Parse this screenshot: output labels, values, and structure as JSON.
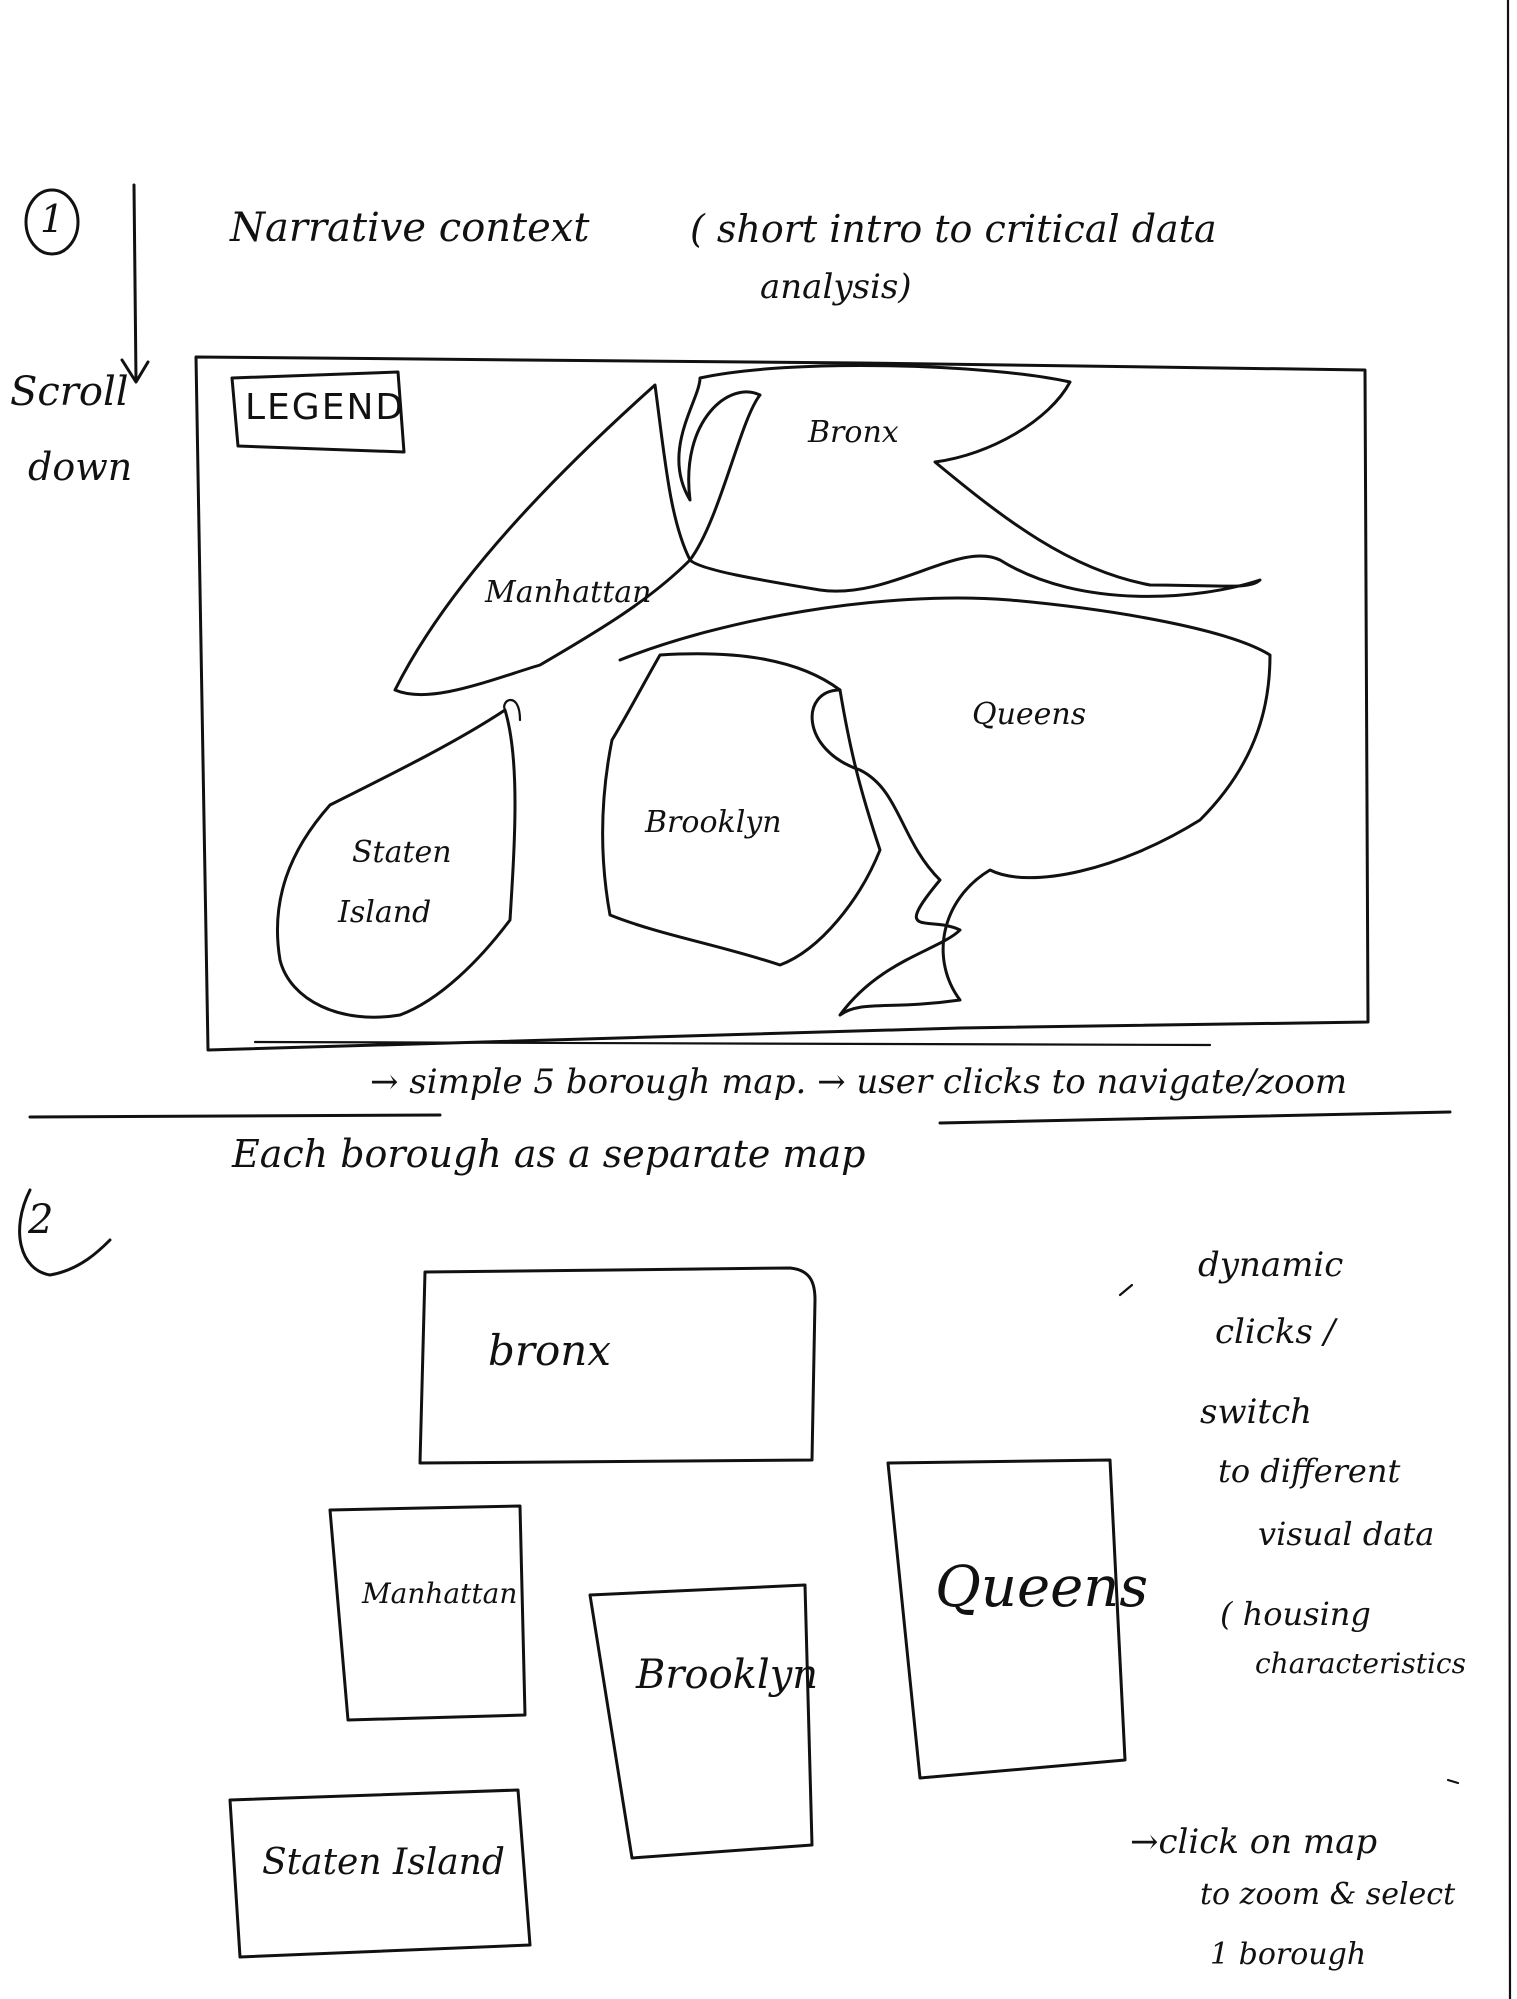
{
  "section1": {
    "number": "1",
    "scroll_note": [
      "Scroll",
      "down"
    ],
    "title": "Narrative context",
    "subtitle_line1": "( short intro to critical data",
    "subtitle_line2": "analysis)",
    "legend": "LEGEND",
    "boroughs": {
      "bronx": "Bronx",
      "manhattan": "Manhattan",
      "queens": "Queens",
      "brooklyn": "Brooklyn",
      "staten_line1": "Staten",
      "staten_line2": "Island"
    },
    "caption": "→ simple 5 borough map. → user clicks to navigate/zoom"
  },
  "section2": {
    "number": "2",
    "heading": "Each borough as a separate map",
    "cards": {
      "bronx": "bronx",
      "manhattan": "Manhattan",
      "brooklyn": "Brooklyn",
      "queens": "Queens",
      "staten": "Staten Island"
    },
    "note_dynamic": [
      "dynamic",
      "clicks /",
      "switch",
      "to different",
      "visual data",
      "( housing",
      "characteristics"
    ],
    "note_click": [
      "→click on map",
      "to zoom & select",
      "1 borough"
    ]
  },
  "ink_color": "#111111"
}
